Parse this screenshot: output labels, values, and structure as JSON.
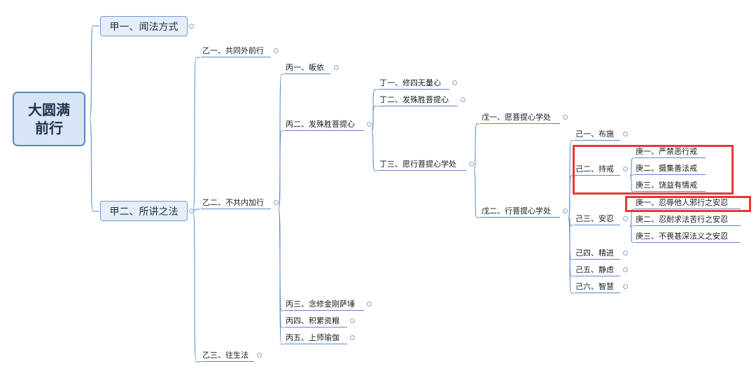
{
  "root": {
    "line1": "大圆满",
    "line2": "前行"
  },
  "nodes": {
    "jia1": "甲一、闻法方式",
    "jia2": "甲二、所讲之法",
    "yi1": "乙一、共同外前行",
    "yi2": "乙二、不共内加行",
    "yi3": "乙三、往生法",
    "bing1": "丙一、皈依",
    "bing2": "丙二、发殊胜菩提心",
    "bing3": "丙三、念修金刚萨埵",
    "bing4": "丙四、积累资粮",
    "bing5": "丙五、上师瑜伽",
    "ding1": "丁一、修四无量心",
    "ding2": "丁二、发殊胜菩提心",
    "ding3": "丁三、愿行菩提心学处",
    "wu1": "戊一、愿菩提心学处",
    "wu2": "戊二、行菩提心学处",
    "ji1": "己一、布施",
    "ji2": "己二、持戒",
    "ji3": "己三、安忍",
    "ji4": "己四、精进",
    "ji5": "己五、静虑",
    "ji6": "己六、智慧",
    "geng21": "庚一、严禁恶行戒",
    "geng22": "庚二、摄集善法戒",
    "geng23": "庚三、饶益有情戒",
    "geng31": "庚一、忍辱他人邪行之安忍",
    "geng32": "庚二、忍耐求法苦行之安忍",
    "geng33": "庚三、不畏甚深法义之安忍"
  },
  "colors": {
    "link": "#5b88c8",
    "highlight": "#e53935",
    "boxFill": "#e6eef9"
  }
}
